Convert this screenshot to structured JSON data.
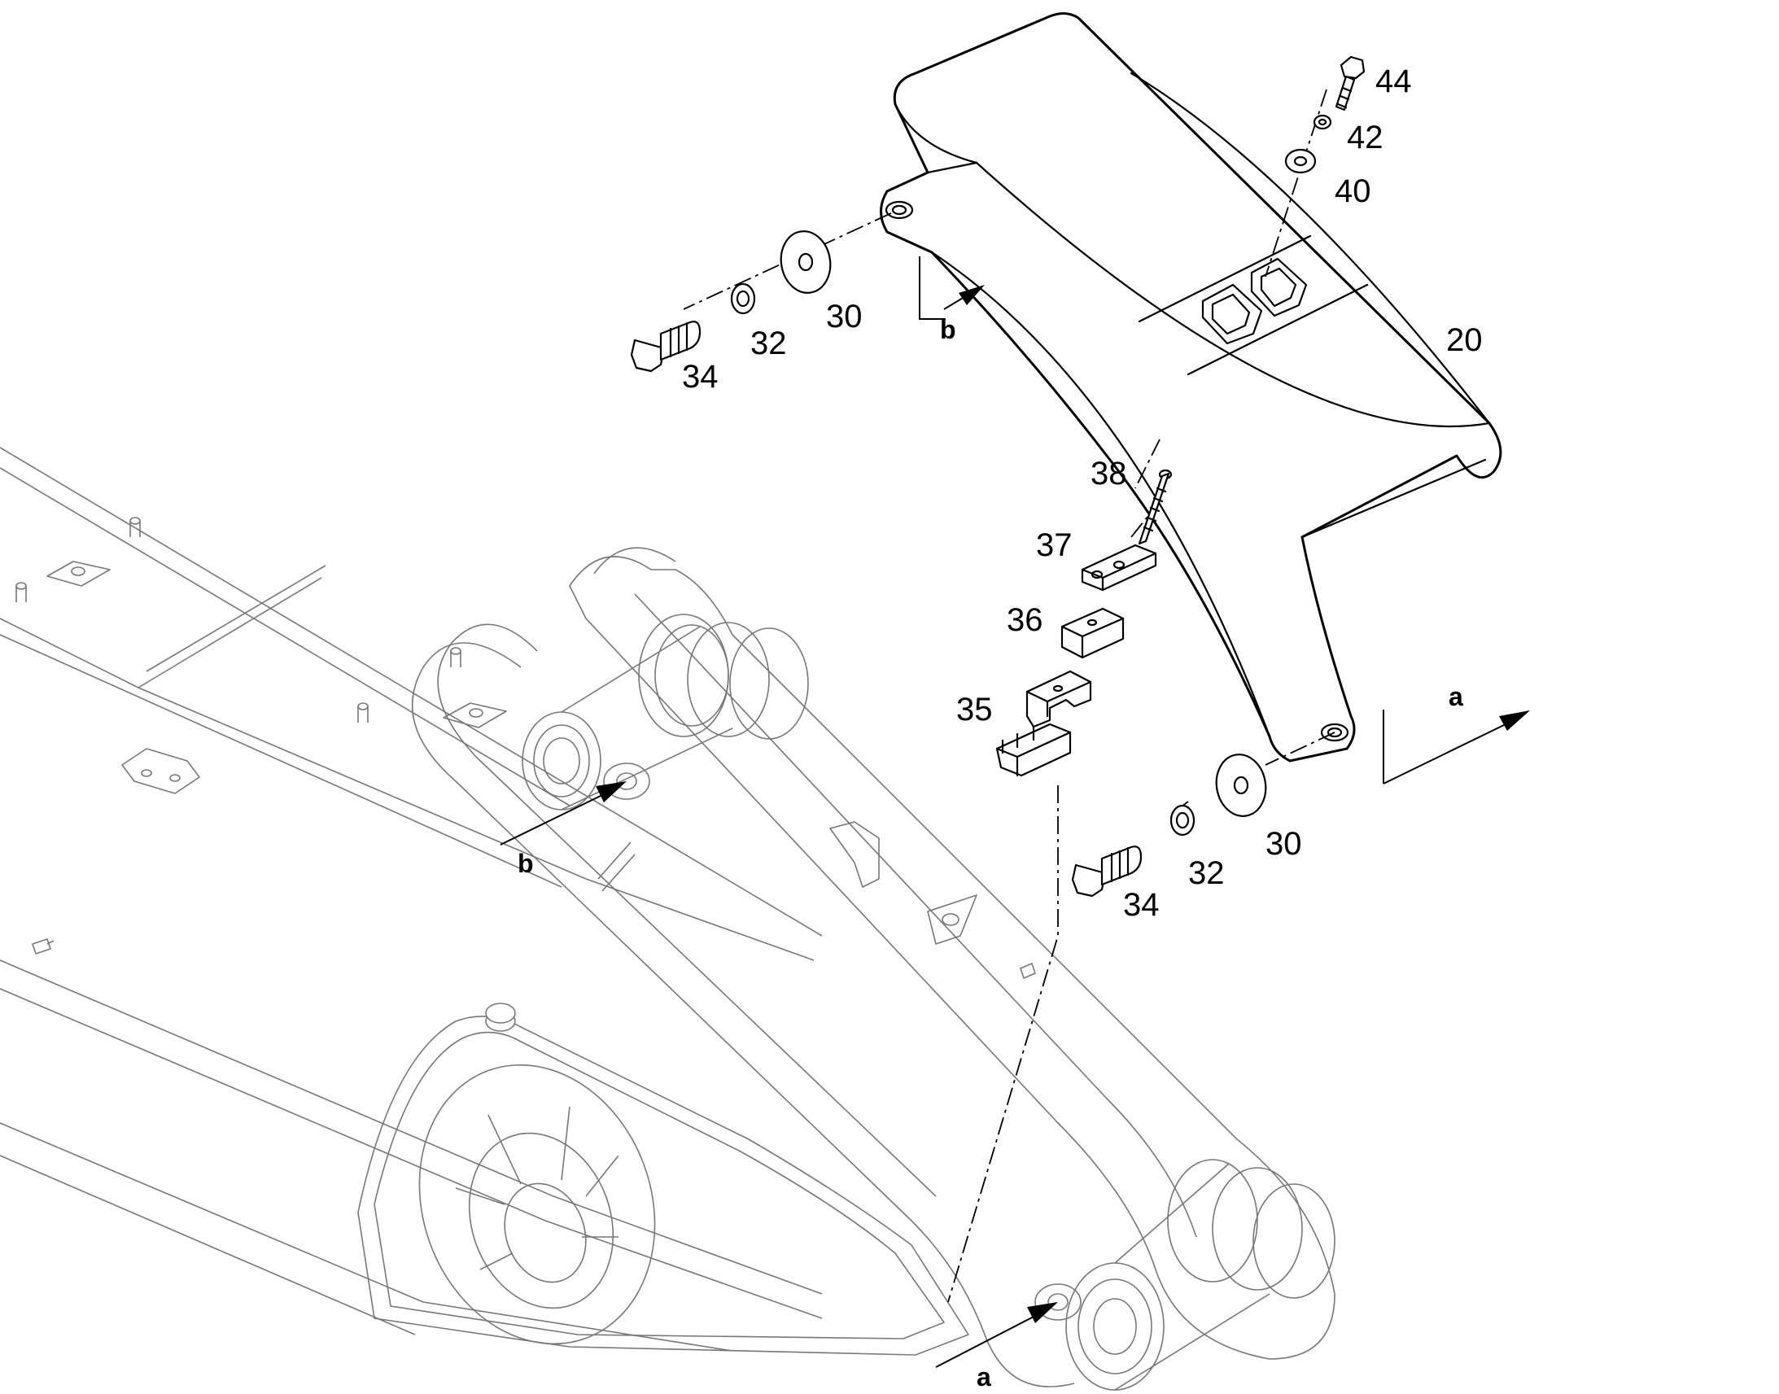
{
  "callouts": {
    "p20": "20",
    "p30_upper": "30",
    "p32_upper": "32",
    "p34_upper": "34",
    "p30_lower": "30",
    "p32_lower": "32",
    "p34_lower": "34",
    "p35": "35",
    "p36": "36",
    "p37": "37",
    "p38": "38",
    "p40": "40",
    "p42": "42",
    "p44": "44"
  },
  "view_markers": {
    "a_top": "a",
    "a_bottom": "a",
    "b_top": "b",
    "b_bottom": "b"
  }
}
